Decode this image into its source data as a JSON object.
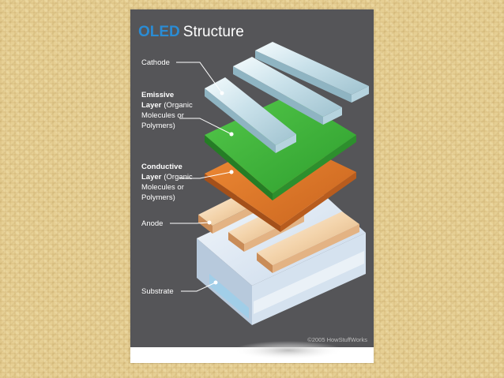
{
  "title": {
    "bold": "OLED",
    "rest": "Structure"
  },
  "labels": {
    "cathode": "Cathode",
    "emissive_bold_1": "Emissive",
    "emissive_bold_2": "Layer",
    "emissive_rest_2": "(Organic",
    "emissive_rest_3": "Molecules or",
    "emissive_rest_4": "Polymers)",
    "conductive_bold_1": "Conductive",
    "conductive_bold_2": "Layer",
    "conductive_rest_2": "(Organic",
    "conductive_rest_3": "Molecules or",
    "conductive_rest_4": "Polymers)",
    "anode": "Anode",
    "substrate": "Substrate"
  },
  "copyright": "©2005 HowStuffWorks",
  "colors": {
    "background": "#555558",
    "title_accent": "#2a8cd4",
    "emissive": "#3cb43a",
    "conductive": "#e07a2a",
    "cathode": "#cfe6ee",
    "anode": "#f2cfa6",
    "substrate": "#dfe9f4"
  }
}
